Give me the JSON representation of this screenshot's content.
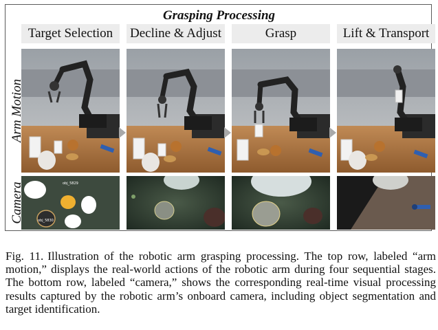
{
  "figure": {
    "title": "Grasping Processing",
    "row_labels": {
      "motion": "Arm Motion",
      "camera": "Camera"
    },
    "stages": [
      {
        "label": "Target Selection",
        "camera_tags": [
          "obj_5829",
          "obj_5830"
        ]
      },
      {
        "label": "Decline & Adjust"
      },
      {
        "label": "Grasp"
      },
      {
        "label": "Lift & Transport"
      }
    ]
  },
  "caption": {
    "number": "Fig. 11.",
    "text": "Illustration of the robotic arm grasping processing. The top row, labeled “arm motion,” displays the real-world actions of the robotic arm during four sequential stages. The bottom row, labeled “camera,” shows the corresponding real-time visual processing results captured by the robotic arm’s onboard camera, including object segmentation and target identification."
  },
  "colors": {
    "frame": "#5a5a5a",
    "stage_label_bg": "#ececec",
    "arrow": "#a9a9a9"
  }
}
